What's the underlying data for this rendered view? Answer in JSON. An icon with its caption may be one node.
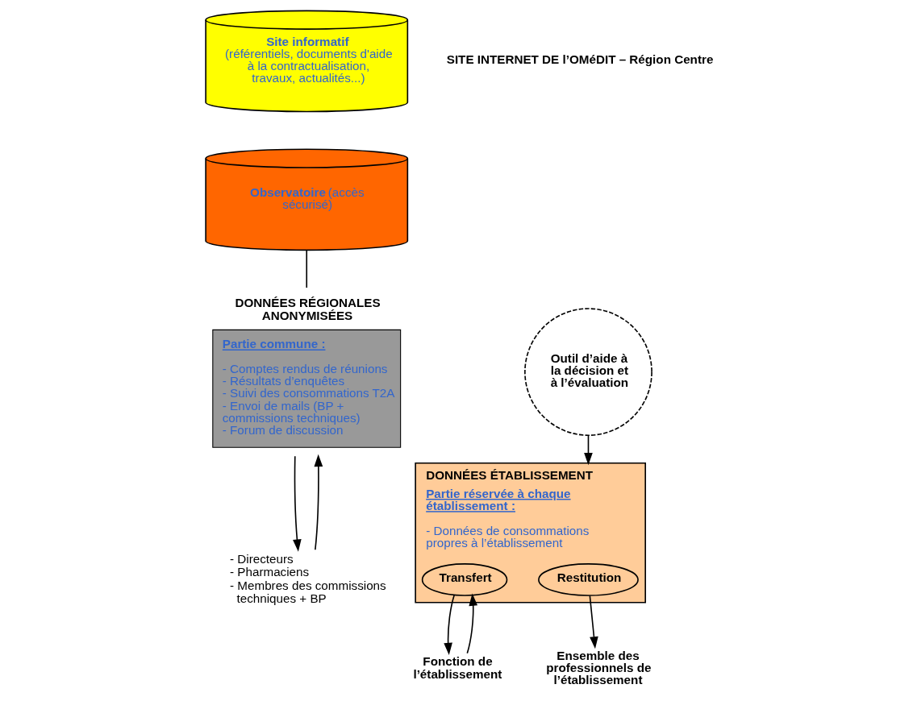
{
  "diagram": {
    "nodes": [
      {
        "text": [
          "**Site informatif** (référentiels, documents d'aide à la contractualisation, travaux, actualités...)"
        ]
      },
      {
        "text": [
          "**Observatoire** (accès sécurisé)"
        ]
      },
      {
        "text": [
          "DONNÉES RÉGIONALES ANONYMISÉES",
          "Partie commune :",
          "- Comptes rendus de réunions",
          "- Résultats d’enquêtes",
          "- Suivi des consommations T2A",
          "- Envoi de mails (BP + commissions techniques)",
          "- Forum de discussion"
        ]
      },
      {
        "text": [
          "DONNÉES ÉTABLISSEMENT",
          "Partie réservée à chaque établissement :",
          "- Données de consommations propres à l’établissement"
        ]
      },
      {
        "text": [
          "Transfert"
        ],
        "in": 3
      },
      {
        "text": [
          "Restitution"
        ],
        "in": 3
      },
      {
        "text": [
          "Outil d’aide à la décision et à l’évaluation"
        ]
      },
      {
        "text": [
          "- Directeurs",
          "- Pharmaciens",
          "- Membres des commissions techniques + BP"
        ]
      },
      {
        "text": [
          "Fonction de l’établissement"
        ]
      },
      {
        "text": [
          "Ensemble des professionnels de l’établissement"
        ]
      }
    ],
    "edges": [
      {
        "from": 1,
        "to": 2,
        "arrow": "none"
      },
      {
        "from": 7,
        "to": 2,
        "arrow": "to"
      },
      {
        "from": 2,
        "to": 7,
        "arrow": "to"
      },
      {
        "from": 8,
        "to": 4,
        "arrow": "to"
      },
      {
        "from": 4,
        "to": 8,
        "arrow": "to"
      },
      {
        "from": 5,
        "to": 9,
        "arrow": "to"
      },
      {
        "from": 6,
        "to": 3,
        "arrow": "to"
      }
    ],
    "labels": [
      "SITE INTERNET DE l’OMéDIT – Région Centre"
    ]
  }
}
